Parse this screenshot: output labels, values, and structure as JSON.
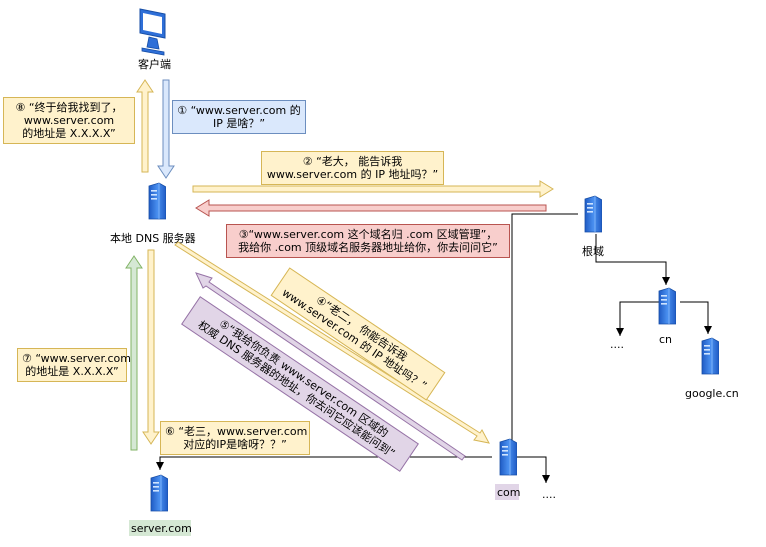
{
  "nodes": {
    "client": "客户端",
    "local_dns": "本地 DNS 服务器",
    "root": "根域",
    "cn": "cn",
    "cn_more": "....",
    "google_cn": "google.cn",
    "com": "com",
    "com_more": "....",
    "server": "server.com"
  },
  "steps": {
    "s1": [
      "① “www.server.com 的",
      "IP 是啥？”"
    ],
    "s2": [
      "② “老大， 能告诉我",
      "www.server.com 的 IP 地址吗？”"
    ],
    "s3": [
      "③“www.server.com 这个域名归 .com 区域管理”，",
      "我给你 .com 顶级域名服务器地址给你，你去问问它”"
    ],
    "s4": [
      "④“老二， 你能告诉我",
      "www.server.com 的 IP 地址吗？”"
    ],
    "s5": [
      "⑤“我给你负责 www.server.com 区域的",
      "权威 DNS 服务器的地址，你去问它应该能问到”"
    ],
    "s6": [
      "⑥ “老三，www.server.com",
      "对应的IP是啥呀？？”"
    ],
    "s7": [
      "⑦ “www.server.com",
      "的地址是 X.X.X.X”"
    ],
    "s8": [
      "⑧ “终于给我找到了，",
      "www.server.com",
      "的地址是 X.X.X.X”"
    ]
  },
  "colors": {
    "blue_fill": "#dae8fc",
    "blue_stroke": "#6c8ebf",
    "yellow_fill": "#fff2cc",
    "yellow_stroke": "#d6b656",
    "red_fill": "#f8cecc",
    "red_stroke": "#b85450",
    "green_fill": "#d5e8d4",
    "green_stroke": "#82b366",
    "purple_fill": "#e1d5e7",
    "purple_stroke": "#9673a6",
    "server_blue": "#2e6fd8"
  },
  "icons": [
    "monitor-icon",
    "server-icon"
  ]
}
